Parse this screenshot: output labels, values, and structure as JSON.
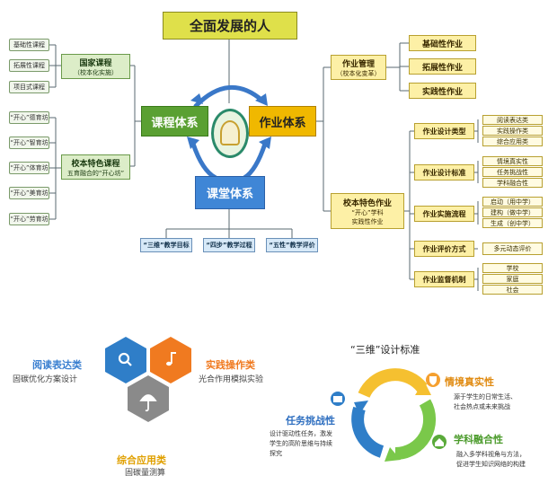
{
  "top_title": "全面发展的人",
  "center": {
    "left": "课程体系",
    "right": "作业体系",
    "bottom": "课堂体系"
  },
  "left": {
    "national": {
      "title": "国家课程",
      "sub": "（校本化实施）",
      "items": [
        "基础性课程",
        "拓展性课程",
        "项目式课程"
      ]
    },
    "feature": {
      "title": "校本特色课程",
      "sub": "五育融合的“开心坊”",
      "items": [
        "“开心”德育坊",
        "“开心”智育坊",
        "“开心”体育坊",
        "“开心”美育坊",
        "“开心”劳育坊"
      ]
    }
  },
  "classroom": {
    "items": [
      "“三维”教学目标",
      "“四步”教学过程",
      "“五性”教学评价"
    ]
  },
  "right": {
    "management": {
      "title": "作业管理",
      "sub": "（校本化变革）",
      "items": [
        "基础性作业",
        "拓展性作业",
        "实践性作业"
      ]
    },
    "feature": {
      "title": "校本特色作业",
      "sub1": "“开心”学科",
      "sub2": "实践性作业",
      "groups": [
        {
          "label": "作业设计类型",
          "items": [
            "阅读表达类",
            "实践操作类",
            "综合应用类"
          ]
        },
        {
          "label": "作业设计标准",
          "items": [
            "情境真实性",
            "任务挑战性",
            "学科融合性"
          ]
        },
        {
          "label": "作业实施流程",
          "items": [
            "启动（用中学）",
            "建构（做中学）",
            "生成（创中学）"
          ]
        },
        {
          "label": "作业评价方式",
          "items": [
            "多元动态评价"
          ]
        },
        {
          "label": "作业监督机制",
          "items": [
            "学校",
            "家庭",
            "社会"
          ]
        }
      ]
    }
  },
  "hex": {
    "read": {
      "title": "阅读表达类",
      "sub": "固碳优化方案设计",
      "icon": "search-icon"
    },
    "practice": {
      "title": "实践操作类",
      "sub": "光合作用模拟实验",
      "icon": "music-note-icon"
    },
    "apply": {
      "title": "综合应用类",
      "sub": "固碳量测算",
      "icon": "umbrella-icon"
    }
  },
  "cycle": {
    "title": "“三维”设计标准",
    "situation": {
      "title": "情境真实性",
      "desc1": "源于学生的日常生活、",
      "desc2": "社会热点或未来挑战"
    },
    "task": {
      "title": "任务挑战性",
      "desc1": "设计驱动性任务，激发",
      "desc2": "学生的高阶思维与持续",
      "desc3": "探究"
    },
    "subject": {
      "title": "学科融合性",
      "desc1": "融入多学科视角与方法，",
      "desc2": "促进学生知识网络的构建"
    }
  },
  "colors": {
    "blue_title": "#3a7fd0",
    "orange_title": "#f07a20",
    "green_title": "#5aaa3a",
    "course_green": "#5aa032",
    "homework_yellow": "#f0b800",
    "class_blue": "#3f86d6"
  }
}
